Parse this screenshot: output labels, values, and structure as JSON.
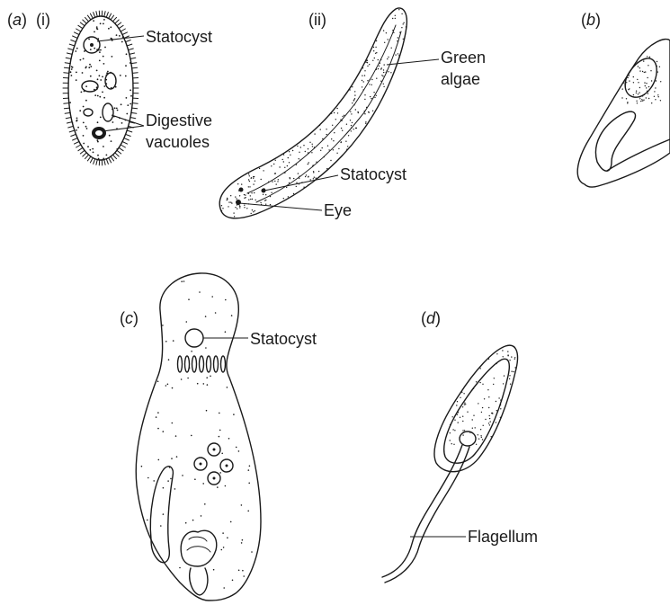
{
  "panels": {
    "a": {
      "letter": "a",
      "sub_i": "(i)",
      "sub_ii": "(ii)"
    },
    "b": {
      "letter": "b"
    },
    "c": {
      "letter": "c"
    },
    "d": {
      "letter": "d"
    }
  },
  "labels": {
    "a_i_statocyst": "Statocyst",
    "a_i_digestive_1": "Digestive",
    "a_i_digestive_2": "vacuoles",
    "a_ii_green_1": "Green",
    "a_ii_green_2": "algae",
    "a_ii_statocyst": "Statocyst",
    "a_ii_eye": "Eye",
    "c_statocyst": "Statocyst",
    "d_flagellum": "Flagellum"
  }
}
